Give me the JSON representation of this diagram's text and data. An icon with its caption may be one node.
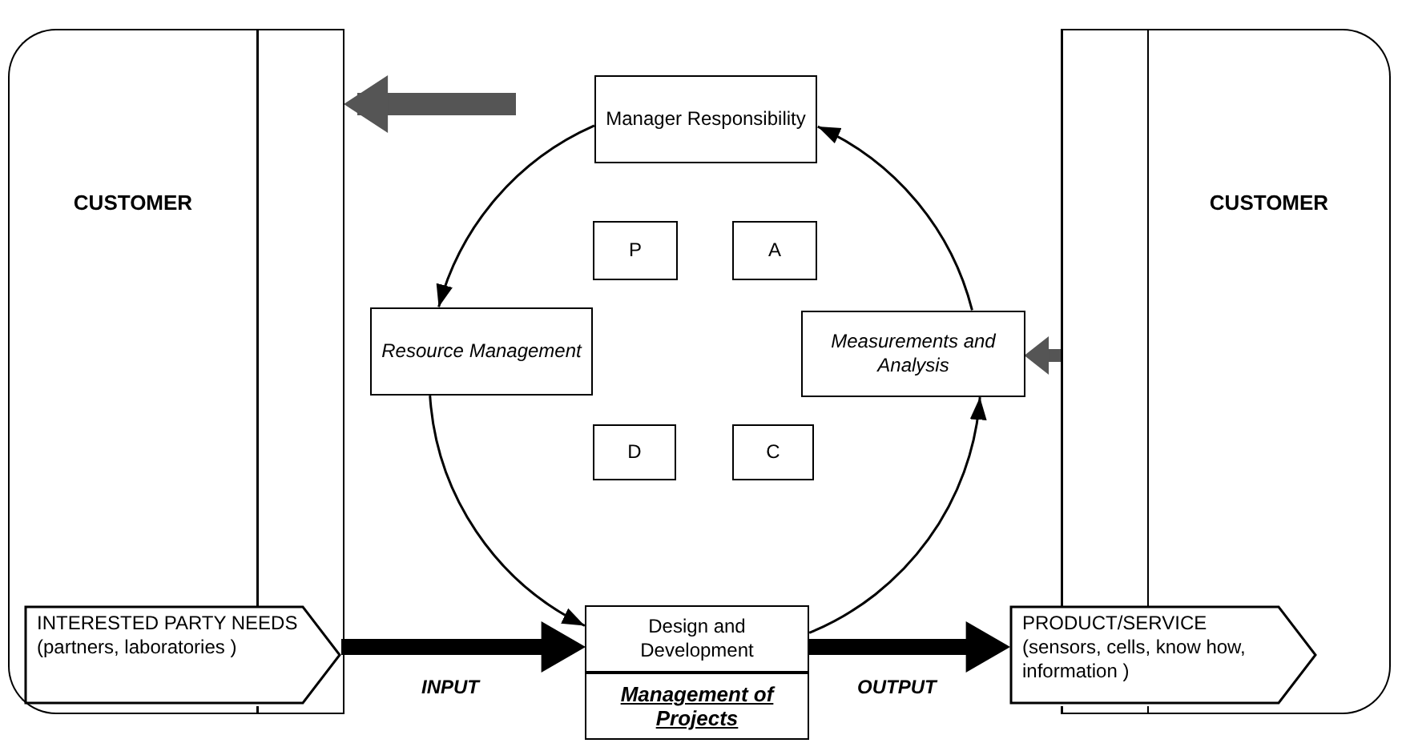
{
  "diagram": {
    "nodes": [
      {
        "text": [
          "CUSTOMER"
        ]
      },
      {
        "text": [],
        "shape": "bar"
      },
      {
        "text": [
          "INTERESTED PARTY NEEDS",
          "(partners, laboratories )"
        ]
      },
      {
        "text": [
          "Manager Responsibility"
        ]
      },
      {
        "text": [
          "P"
        ]
      },
      {
        "text": [
          "A"
        ]
      },
      {
        "text": [
          "Resource Management"
        ]
      },
      {
        "text": [
          "Measurements and Analysis"
        ]
      },
      {
        "text": [
          "D"
        ]
      },
      {
        "text": [
          "C"
        ]
      },
      {
        "text": [
          "Design and Development"
        ]
      },
      {
        "text": [
          "Management of Projects"
        ]
      },
      {
        "text": [],
        "shape": "bar"
      },
      {
        "text": [
          "CUSTOMER"
        ]
      },
      {
        "text": [
          "PRODUCT/SERVICE",
          "(sensors, cells, know how, information )"
        ]
      }
    ],
    "edges": [
      {
        "from": 3,
        "to": 6,
        "arrow": "to"
      },
      {
        "from": 6,
        "to": 10,
        "arrow": "to"
      },
      {
        "from": 10,
        "to": 7,
        "arrow": "to"
      },
      {
        "from": 7,
        "to": 3,
        "arrow": "to"
      },
      {
        "from": 2,
        "to": 10,
        "arrow": "to",
        "label": "INPUT",
        "style": "thick"
      },
      {
        "from": 10,
        "to": 14,
        "arrow": "to",
        "label": "OUTPUT",
        "style": "thick"
      },
      {
        "from": null,
        "to": 1,
        "arrow": "to",
        "style": "thick",
        "color": "#555555"
      },
      {
        "from": 12,
        "to": 7,
        "arrow": "to",
        "style": "thick",
        "color": "#555555"
      }
    ]
  }
}
